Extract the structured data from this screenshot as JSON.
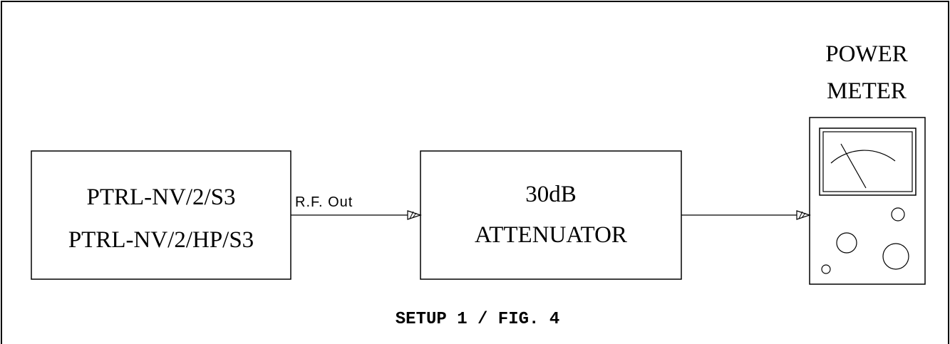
{
  "blocks": {
    "source": {
      "line1": "PTRL-NV/2/S3",
      "line2": "PTRL-NV/2/HP/S3"
    },
    "attenuator": {
      "line1": "30dB",
      "line2": "ATTENUATOR"
    },
    "power_meter": {
      "line1": "POWER",
      "line2": "METER"
    }
  },
  "connections": {
    "rf_out_label": "R.F. Out"
  },
  "caption": "SETUP 1 / FIG. 4"
}
